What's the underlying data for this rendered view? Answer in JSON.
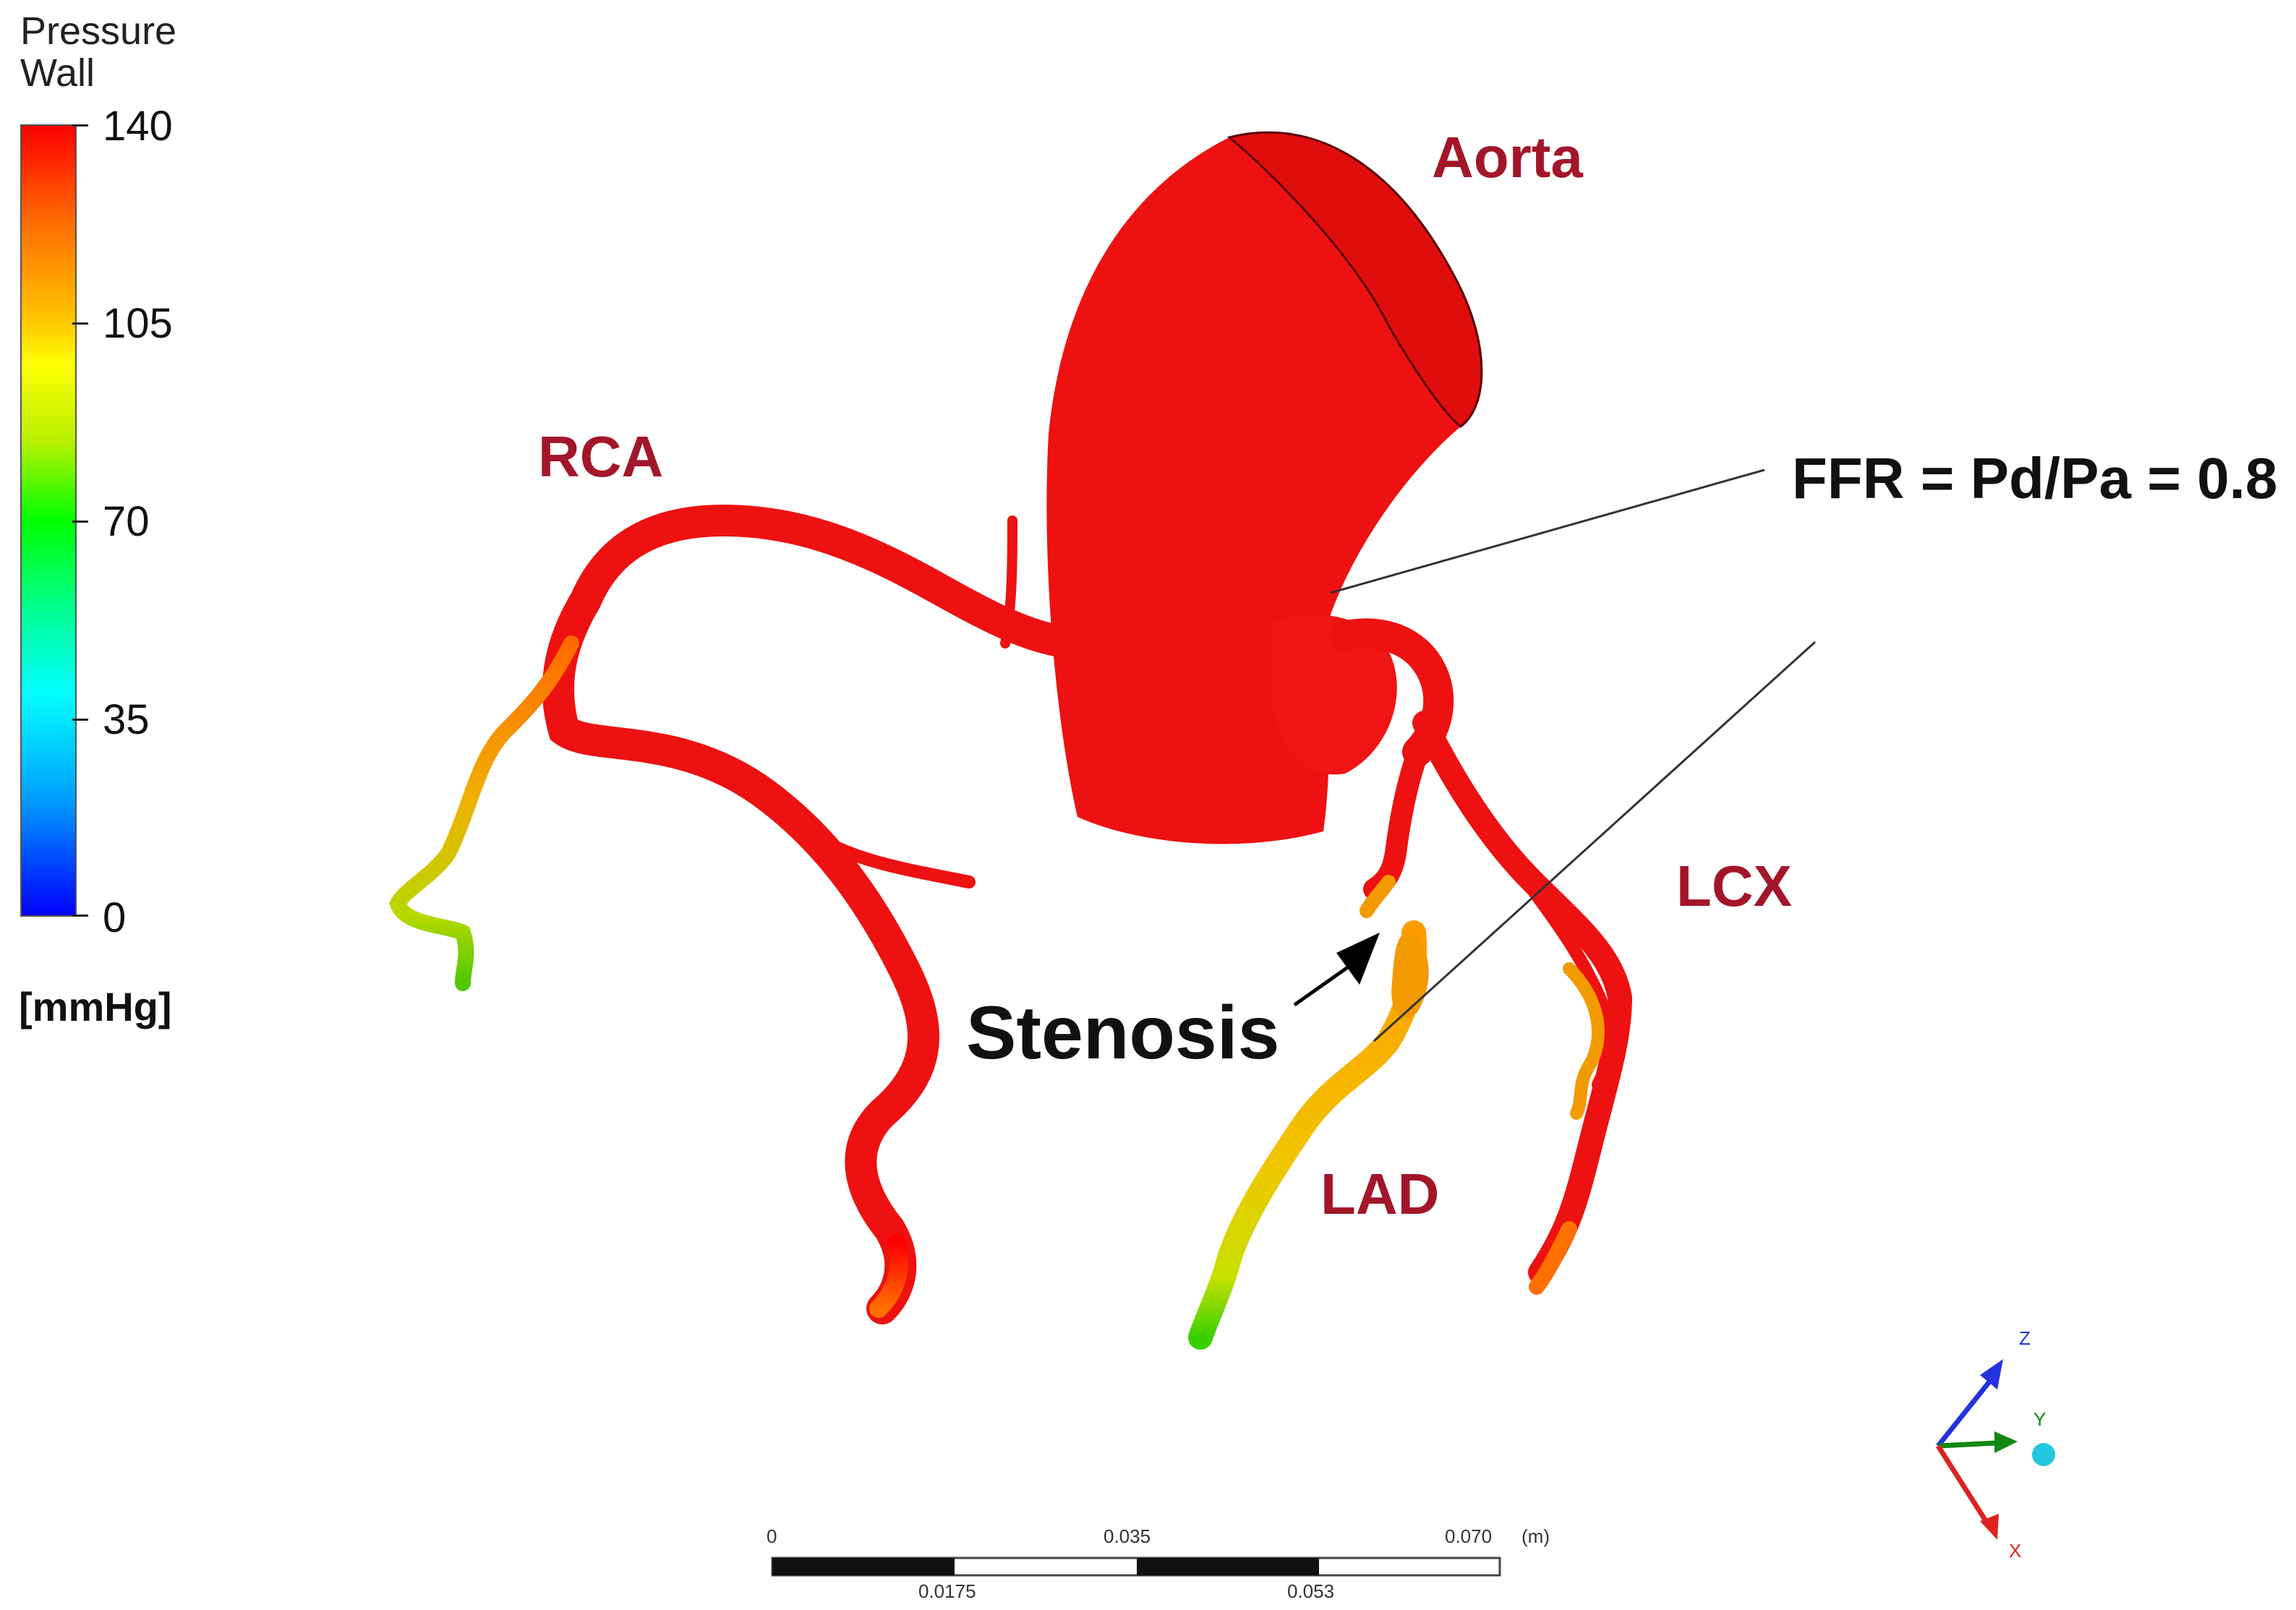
{
  "legend": {
    "title_line1": "Pressure",
    "title_line2": "Wall",
    "ticks": [
      "140",
      "105",
      "70",
      "35",
      "0"
    ],
    "unit": "[mmHg]",
    "colors": [
      "#ff0000",
      "#ffff00",
      "#00ff00",
      "#00ffff",
      "#0000ff"
    ]
  },
  "labels": {
    "aorta": "Aorta",
    "rca": "RCA",
    "lcx": "LCX",
    "lad": "LAD",
    "stenosis": "Stenosis",
    "ffr": "FFR = Pd/Pa = 0.8"
  },
  "scale_bar": {
    "top_ticks": [
      "0",
      "0.035",
      "0.070"
    ],
    "unit": "(m)",
    "bottom_ticks": [
      "0.0175",
      "0.053"
    ]
  },
  "axes": {
    "z": "Z",
    "y": "Y",
    "x": "X"
  }
}
